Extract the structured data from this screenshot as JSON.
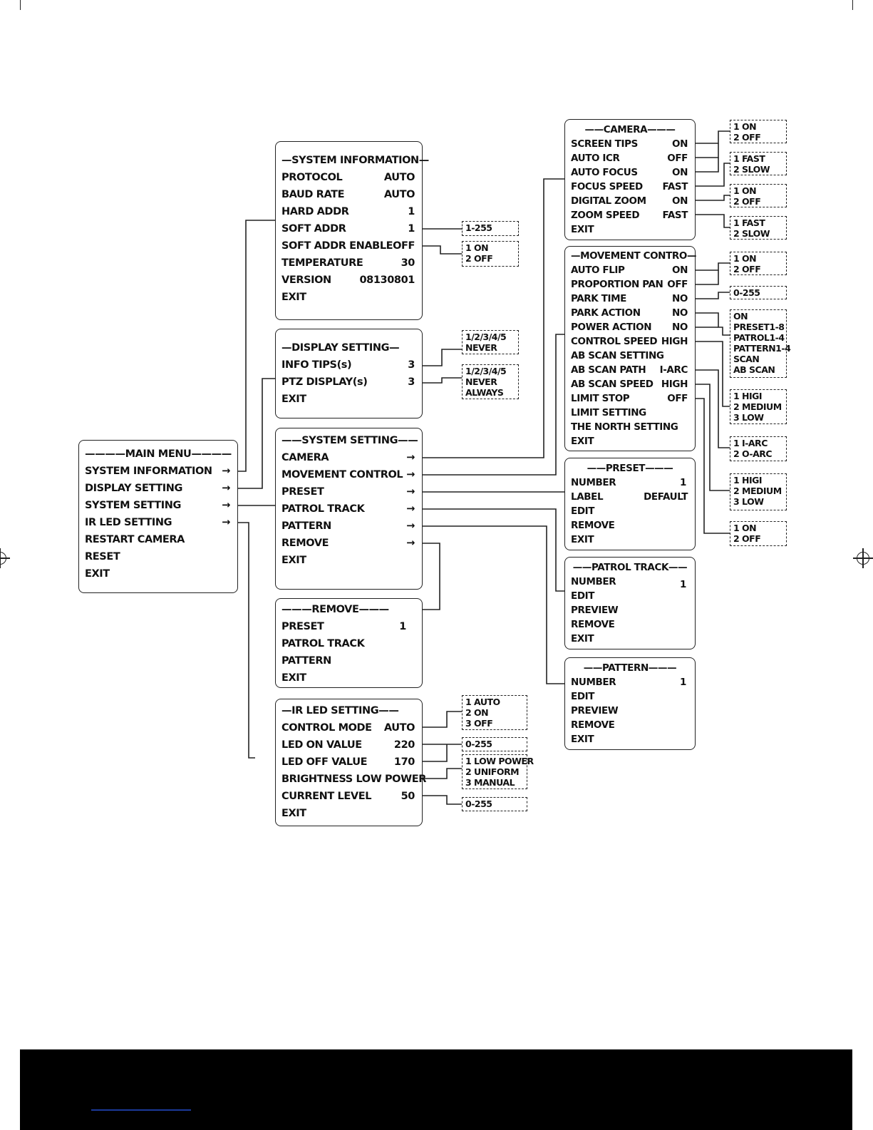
{
  "main_menu": {
    "title": "MAIN MENU",
    "items": [
      {
        "label": "SYSTEM INFORMATION",
        "value": "→"
      },
      {
        "label": "DISPLAY SETTING",
        "value": "→"
      },
      {
        "label": "SYSTEM SETTING",
        "value": "→"
      },
      {
        "label": "IR LED SETTING",
        "value": "→"
      },
      {
        "label": "RESTART CAMERA",
        "value": ""
      },
      {
        "label": "RESET",
        "value": ""
      },
      {
        "label": "EXIT",
        "value": ""
      }
    ]
  },
  "system_information": {
    "title": "SYSTEM INFORMATION",
    "items": [
      {
        "label": "PROTOCOL",
        "value": "AUTO"
      },
      {
        "label": "BAUD RATE",
        "value": "AUTO"
      },
      {
        "label": "HARD ADDR",
        "value": "1"
      },
      {
        "label": "SOFT ADDR",
        "value": "1"
      },
      {
        "label": "SOFT ADDR ENABLE",
        "value": "OFF"
      },
      {
        "label": "TEMPERATURE",
        "value": "30"
      },
      {
        "label": "VERSION",
        "value": "08130801"
      },
      {
        "label": "EXIT",
        "value": ""
      }
    ]
  },
  "display_setting": {
    "title": "DISPLAY SETTING",
    "items": [
      {
        "label": "INFO TIPS(s)",
        "value": "3"
      },
      {
        "label": "PTZ DISPLAY(s)",
        "value": "3"
      },
      {
        "label": "EXIT",
        "value": ""
      }
    ]
  },
  "system_setting": {
    "title": "SYSTEM  SETTING",
    "items": [
      {
        "label": "CAMERA",
        "value": "→"
      },
      {
        "label": "MOVEMENT CONTROL",
        "value": "→"
      },
      {
        "label": "PRESET",
        "value": "→"
      },
      {
        "label": "PATROL TRACK",
        "value": "→"
      },
      {
        "label": "PATTERN",
        "value": "→"
      },
      {
        "label": "REMOVE",
        "value": "→"
      },
      {
        "label": "EXIT",
        "value": ""
      }
    ]
  },
  "remove": {
    "title": "REMOVE",
    "items": [
      {
        "label": "PRESET",
        "value": "1"
      },
      {
        "label": "PATROL  TRACK",
        "value": ""
      },
      {
        "label": "PATTERN",
        "value": ""
      },
      {
        "label": "EXIT",
        "value": ""
      }
    ]
  },
  "ir_led_setting": {
    "title": "IR LED SETTING",
    "items": [
      {
        "label": "CONTROL  MODE",
        "value": "AUTO"
      },
      {
        "label": "LED ON VALUE",
        "value": "220"
      },
      {
        "label": "LED  OFF  VALUE",
        "value": "170"
      },
      {
        "label": "BRIGHTNESS  LOW POWER",
        "value": ""
      },
      {
        "label": "CURRENT  LEVEL",
        "value": "50"
      },
      {
        "label": "EXIT",
        "value": ""
      }
    ]
  },
  "camera": {
    "title": "CAMERA",
    "items": [
      {
        "label": "SCREEN TIPS",
        "value": "ON"
      },
      {
        "label": "AUTO ICR",
        "value": "OFF"
      },
      {
        "label": "AUTO FOCUS",
        "value": "ON"
      },
      {
        "label": "FOCUS SPEED",
        "value": "FAST"
      },
      {
        "label": "DIGITAL ZOOM",
        "value": "ON"
      },
      {
        "label": "ZOOM SPEED",
        "value": "FAST"
      },
      {
        "label": "EXIT",
        "value": ""
      }
    ]
  },
  "movement_control": {
    "title": "MOVEMENT  CONTRO",
    "items": [
      {
        "label": "AUTO FLIP",
        "value": "ON"
      },
      {
        "label": "PROPORTION PAN",
        "value": "OFF"
      },
      {
        "label": "PARK TIME",
        "value": "NO"
      },
      {
        "label": "PARK ACTION",
        "value": "NO"
      },
      {
        "label": "POWER ACTION",
        "value": "NO"
      },
      {
        "label": "CONTROL SPEED",
        "value": "HIGH"
      },
      {
        "label": "AB SCAN SETTING",
        "value": ""
      },
      {
        "label": "AB SCAN PATH",
        "value": "I-ARC"
      },
      {
        "label": "AB SCAN SPEED",
        "value": "HIGH"
      },
      {
        "label": "LIMIT STOP",
        "value": "OFF"
      },
      {
        "label": "LIMIT SETTING",
        "value": ""
      },
      {
        "label": "THE NORTH SETTING",
        "value": ""
      },
      {
        "label": "EXIT",
        "value": ""
      }
    ]
  },
  "preset": {
    "title": "PRESET",
    "items": [
      {
        "label": "NUMBER",
        "value": "1"
      },
      {
        "label": "LABEL",
        "value": "DEFAULT"
      },
      {
        "label": "EDIT",
        "value": ""
      },
      {
        "label": "REMOVE",
        "value": ""
      },
      {
        "label": "EXIT",
        "value": ""
      }
    ]
  },
  "patrol_track": {
    "title": "PATROL TRACK",
    "items": [
      {
        "label": "NUMBER",
        "value": "1"
      },
      {
        "label": "EDIT",
        "value": ""
      },
      {
        "label": "PREVIEW",
        "value": ""
      },
      {
        "label": "REMOVE",
        "value": ""
      },
      {
        "label": "EXIT",
        "value": ""
      }
    ]
  },
  "pattern": {
    "title": "PATTERN",
    "items": [
      {
        "label": "NUMBER",
        "value": "1"
      },
      {
        "label": "EDIT",
        "value": ""
      },
      {
        "label": "PREVIEW",
        "value": ""
      },
      {
        "label": "REMOVE",
        "value": ""
      },
      {
        "label": "EXIT",
        "value": ""
      }
    ]
  },
  "options": {
    "soft_addr": [
      "1-255"
    ],
    "soft_addr_enable": [
      "1 ON",
      "2 OFF"
    ],
    "info_tips": [
      "1/2/3/4/5",
      "NEVER"
    ],
    "ptz_display": [
      "1/2/3/4/5",
      "NEVER",
      "ALWAYS"
    ],
    "control_mode": [
      "1 AUTO",
      "2 ON",
      "3 OFF"
    ],
    "led_value": [
      "0-255"
    ],
    "brightness": [
      "1 LOW POWER",
      "2 UNIFORM",
      "3 MANUAL"
    ],
    "current_level": [
      "0-255"
    ],
    "camera_on_off_1": [
      "1 ON",
      "2 OFF"
    ],
    "focus_speed": [
      "1 FAST",
      "2 SLOW"
    ],
    "camera_on_off_2": [
      "1 ON",
      "2 OFF"
    ],
    "zoom_speed": [
      "1 FAST",
      "2 SLOW"
    ],
    "auto_flip": [
      "1 ON",
      "2 OFF"
    ],
    "park_time": [
      "0-255"
    ],
    "park_action": [
      "ON",
      "PRESET1-8",
      "PATROL1-4",
      "PATTERN1-4",
      "SCAN",
      "AB SCAN"
    ],
    "control_speed": [
      "1 HIGI",
      "2 MEDIUM",
      "3 LOW"
    ],
    "ab_scan_path": [
      "1 I-ARC",
      "2 O-ARC"
    ],
    "ab_scan_speed": [
      "1 HIGI",
      "2 MEDIUM",
      "3 LOW"
    ],
    "limit_stop": [
      "1 ON",
      "2 OFF"
    ]
  }
}
